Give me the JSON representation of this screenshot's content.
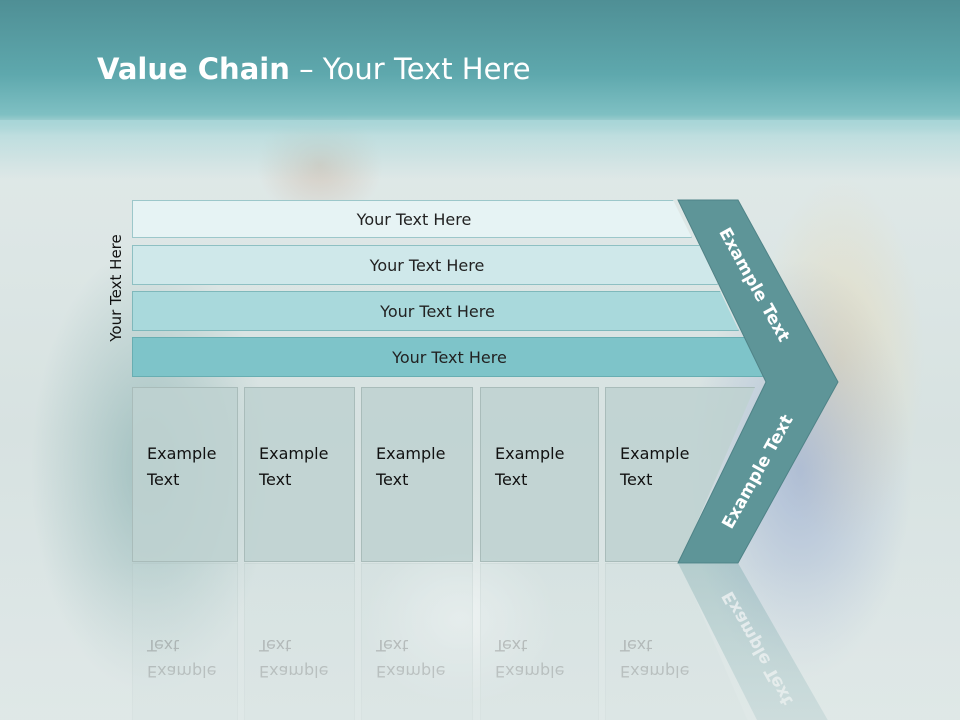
{
  "slide": {
    "title_bold": "Value Chain",
    "title_rest": " – Your Text Here",
    "side_label": "Your Text Here",
    "bars": [
      {
        "label": "Your Text Here",
        "color": "#e6f3f4"
      },
      {
        "label": "Your Text Here",
        "color": "#cfe8ea"
      },
      {
        "label": "Your Text Here",
        "color": "#a9d9dc"
      },
      {
        "label": "Your Text Here",
        "color": "#7ec4c9"
      }
    ],
    "columns": [
      {
        "line1": "Example",
        "line2": "Text"
      },
      {
        "line1": "Example",
        "line2": "Text"
      },
      {
        "line1": "Example",
        "line2": "Text"
      },
      {
        "line1": "Example",
        "line2": "Text"
      },
      {
        "line1": "Example",
        "line2": "Text"
      }
    ],
    "chevron_top": "Example Text",
    "chevron_bottom": "Example Text",
    "accent": "#5e9598"
  }
}
